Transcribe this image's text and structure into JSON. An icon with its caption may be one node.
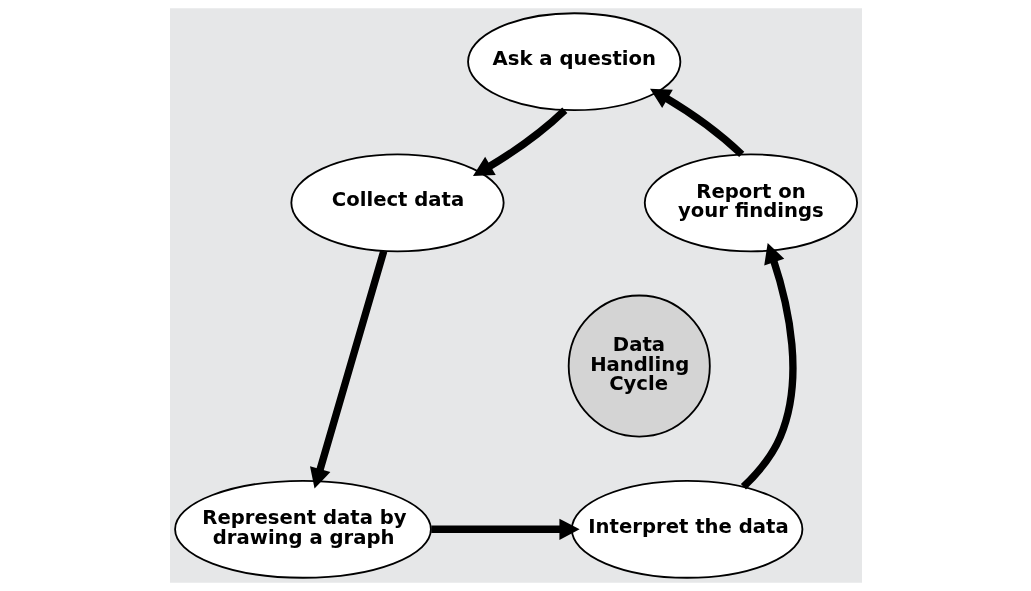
{
  "diagram": {
    "nodes": [
      {
        "text": [
          "Ask a question"
        ]
      },
      {
        "text": [
          "Collect data"
        ]
      },
      {
        "text": [
          "Represent data by drawing a graph"
        ]
      },
      {
        "text": [
          "Interpret the data"
        ]
      },
      {
        "text": [
          "Report on your findings"
        ]
      },
      {
        "text": [
          "Data Handling Cycle"
        ]
      }
    ],
    "edges": [
      {
        "from": 0,
        "to": 1,
        "arrow": "to"
      },
      {
        "from": 1,
        "to": 2,
        "arrow": "to"
      },
      {
        "from": 2,
        "to": 3,
        "arrow": "to"
      },
      {
        "from": 3,
        "to": 4,
        "arrow": "to"
      },
      {
        "from": 4,
        "to": 0,
        "arrow": "to"
      }
    ]
  }
}
